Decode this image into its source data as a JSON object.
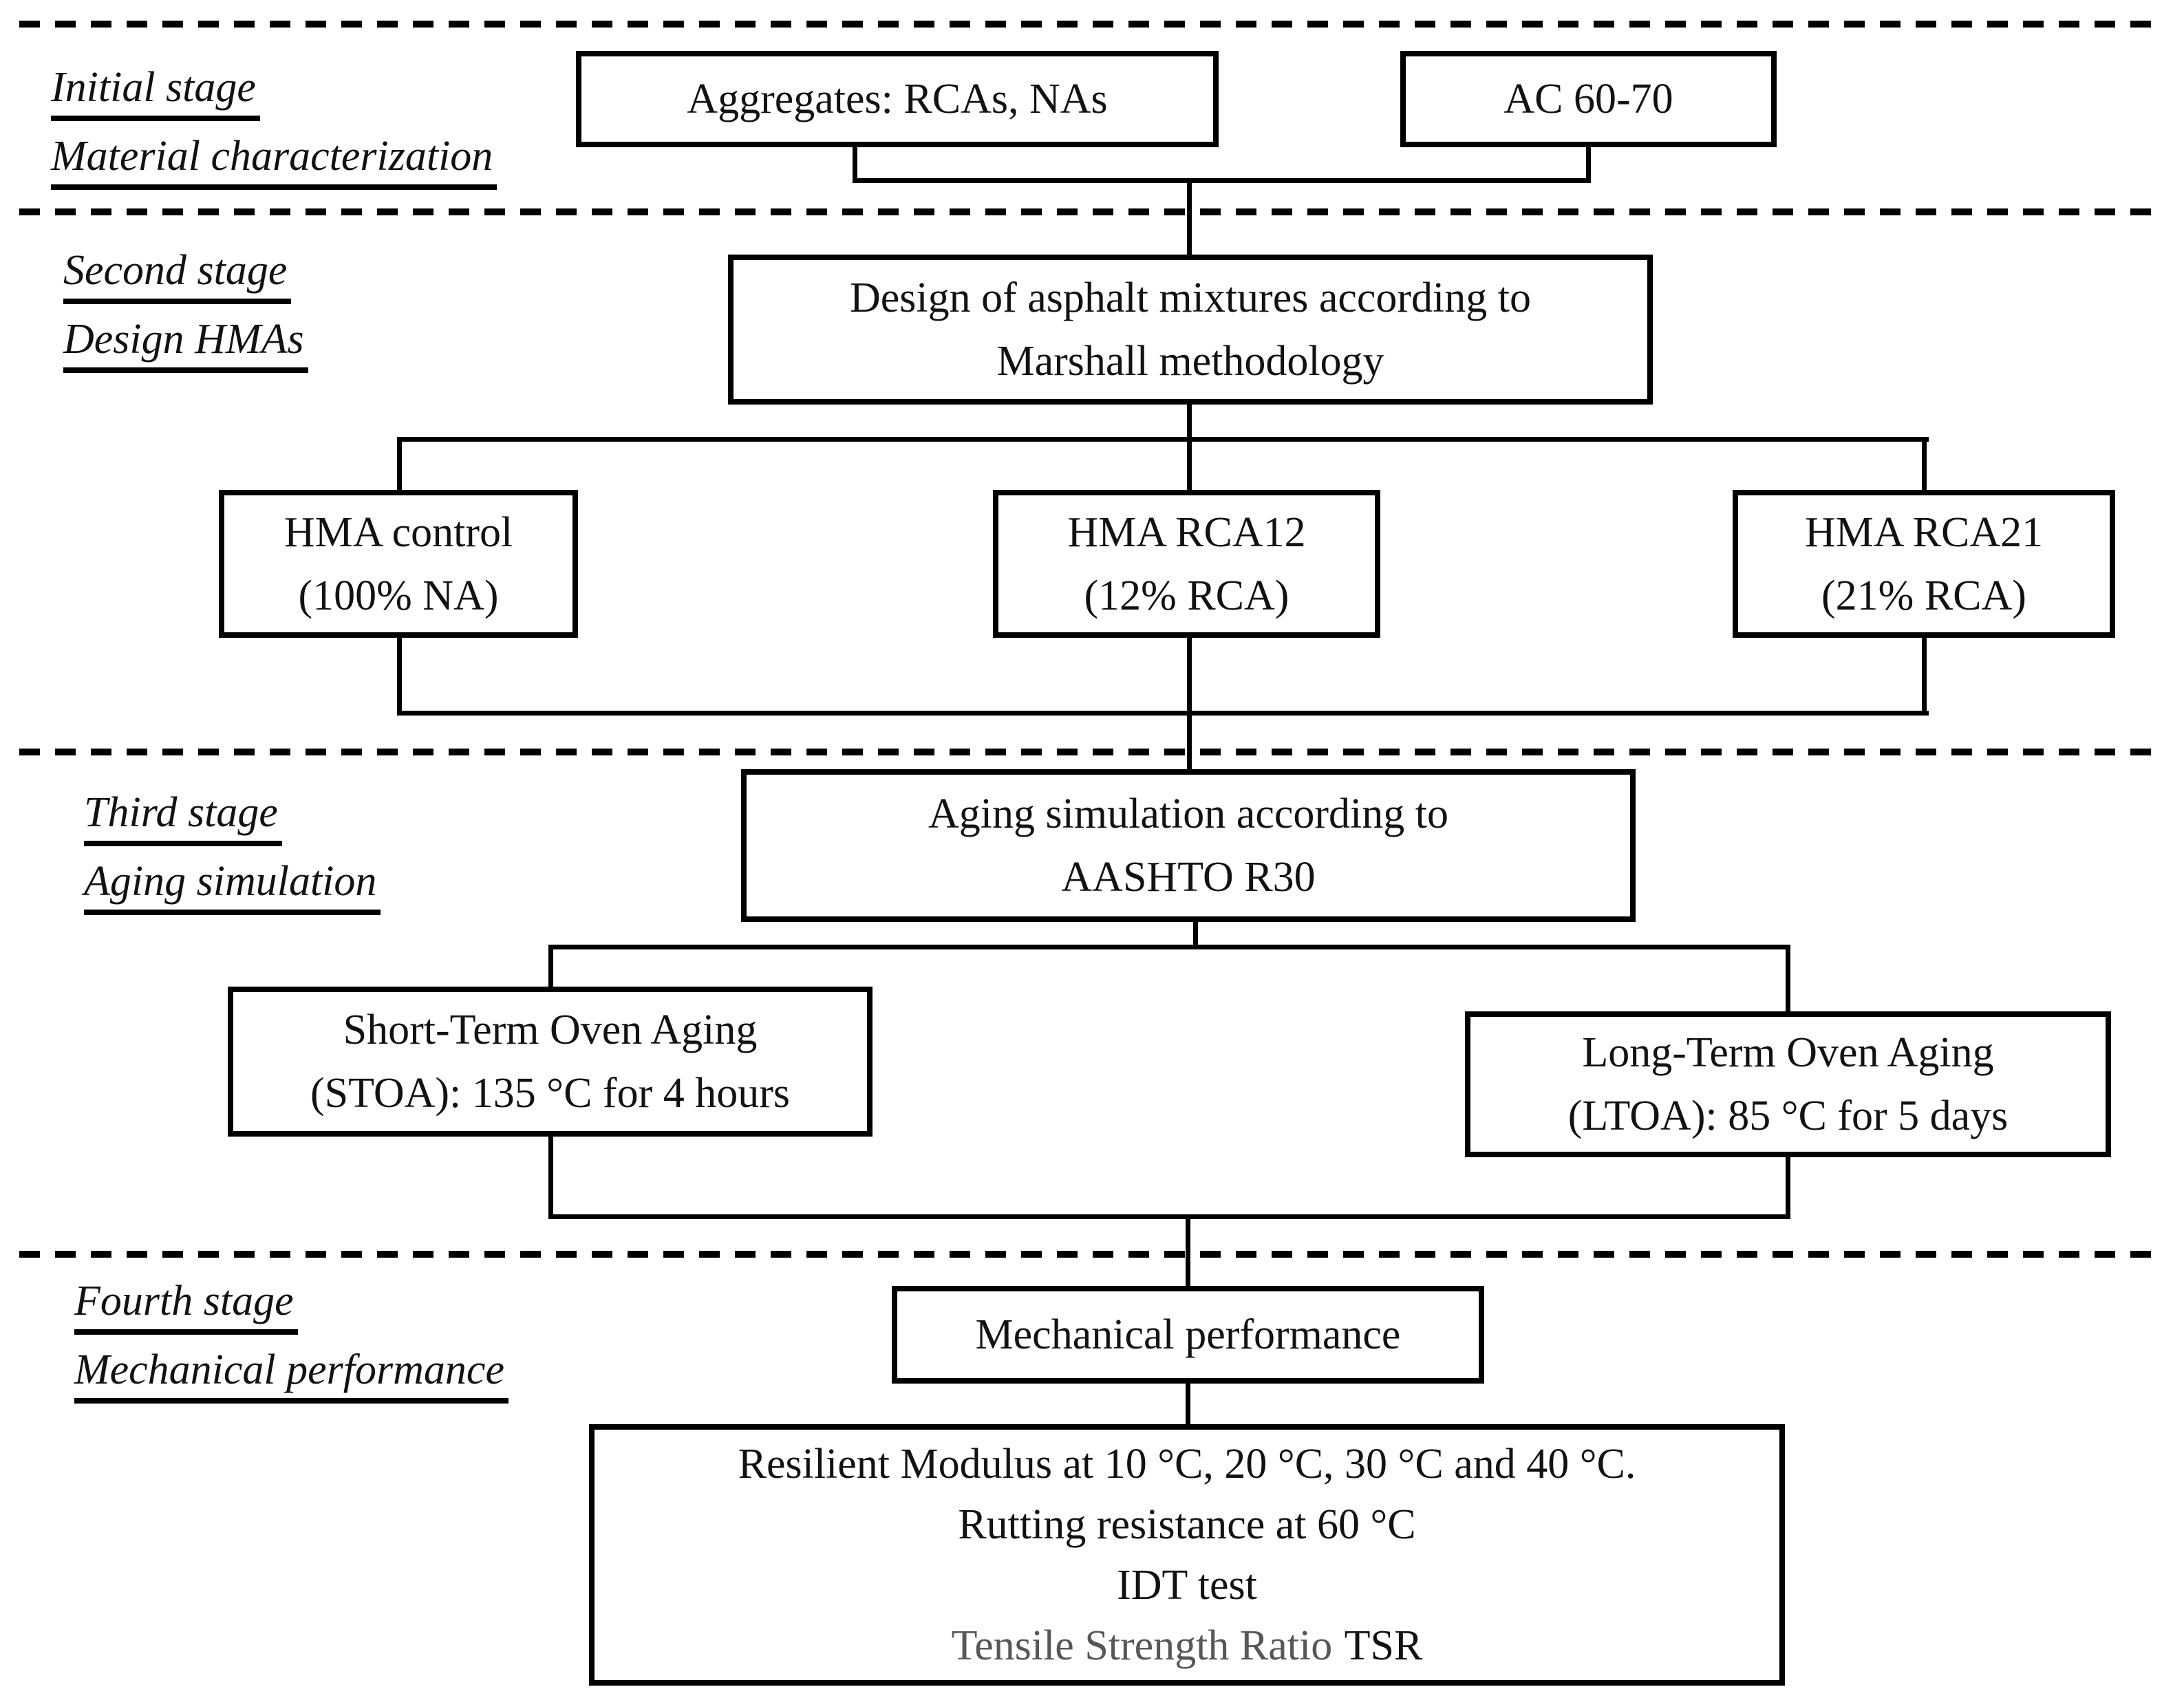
{
  "figure": {
    "type": "methodology-flowchart",
    "background_color": "#ffffff",
    "line_color": "#000000",
    "gray_text_color": "#575757"
  },
  "stages": {
    "initial": {
      "line1": "Initial stage",
      "line2": "Material characterization"
    },
    "second": {
      "line1": "Second stage",
      "line2": "Design HMAs"
    },
    "third": {
      "line1": "Third stage",
      "line2": "Aging simulation"
    },
    "fourth": {
      "line1": "Fourth stage",
      "line2": "Mechanical performance"
    }
  },
  "boxes": {
    "aggregates": {
      "line1": "Aggregates: RCAs, NAs"
    },
    "asphalt_cement": {
      "line1": "AC 60-70"
    },
    "design": {
      "line1": "Design of asphalt mixtures according to",
      "line2": "Marshall methodology"
    },
    "hma_control": {
      "line1": "HMA control",
      "line2": "(100% NA)"
    },
    "hma_rca12": {
      "line1": "HMA RCA12",
      "line2": "(12% RCA)"
    },
    "hma_rca21": {
      "line1": "HMA RCA21",
      "line2": "(21% RCA)"
    },
    "aging": {
      "line1": "Aging simulation according to",
      "line2": "AASHTO R30"
    },
    "stoa": {
      "line1": "Short-Term Oven Aging",
      "line2": "(STOA): 135 °C for 4 hours"
    },
    "ltoa": {
      "line1": "Long-Term Oven Aging",
      "line2": "(LTOA): 85 °C for 5 days"
    },
    "mechanical": {
      "line1": "Mechanical performance"
    },
    "tests": {
      "line1": "Resilient Modulus at 10 °C, 20 °C, 30 °C and 40 °C.",
      "line2": "Rutting resistance at 60 °C",
      "line3": "IDT test",
      "line4_gray": "Tensile Strength Ratio",
      "line4_dark": "TSR"
    }
  }
}
